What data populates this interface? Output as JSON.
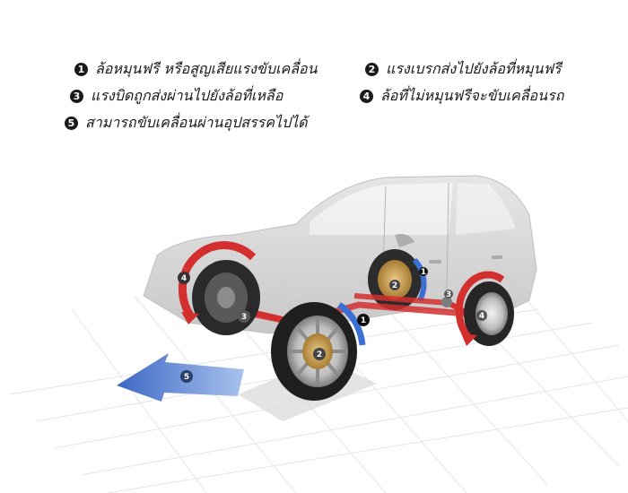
{
  "legend": [
    {
      "number": "1",
      "text": "ล้อหมุนฟรี หรือสูญเสียแรงขับเคลื่อน"
    },
    {
      "number": "2",
      "text": "แรงเบรกส่งไปยังล้อที่หมุนฟรี"
    },
    {
      "number": "3",
      "text": "แรงบิดถูกส่งผ่านไปยังล้อที่เหลือ"
    },
    {
      "number": "4",
      "text": "ล้อที่ไม่หมุนฟรีจะขับเคลื่อนรถ"
    },
    {
      "number": "5",
      "text": "สามารถขับเคลื่อนผ่านอุปสรรคไปได้"
    }
  ],
  "markers": {
    "m1": "1",
    "m2": "2",
    "m3": "3",
    "m4": "4",
    "m5": "5"
  },
  "colors": {
    "force_arrow": "#d32f2f",
    "slip_arrow": "#3b6fd4",
    "direction_arrow": "#4a76c9",
    "car_ghost": "#c8c8c8",
    "grid": "#e3e6ea"
  }
}
